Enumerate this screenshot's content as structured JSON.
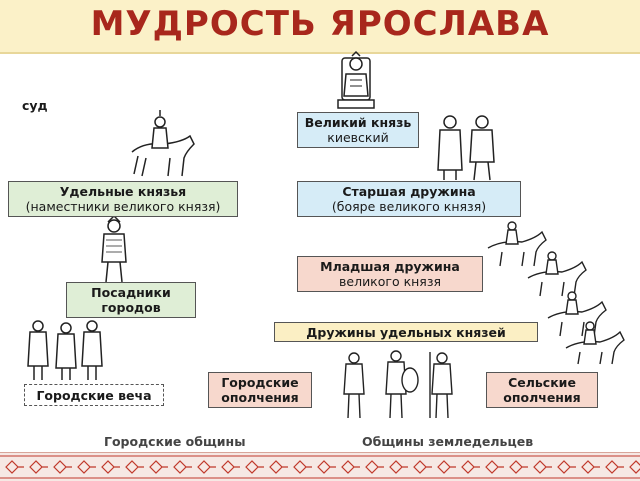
{
  "title": "МУДРОСТЬ ЯРОСЛАВА",
  "side_label": "суд",
  "boxes": {
    "grand_prince": {
      "line1": "Великий князь",
      "line2": "киевский"
    },
    "appanage_princes": {
      "line1": "Удельные князья",
      "line2": "(наместники великого князя)"
    },
    "senior_druzhina": {
      "line1": "Старшая дружина",
      "line2": "(бояре великого князя)"
    },
    "junior_druzhina": {
      "line1": "Младшая дружина",
      "line2": "великого князя"
    },
    "posadniki": {
      "line1": "Посадники",
      "line2": "городов"
    },
    "appanage_druzhinas": {
      "line1": "Дружины удельных князей"
    },
    "town_veche": {
      "line1": "Городские веча"
    },
    "town_militia": {
      "line1": "Городские",
      "line2": "ополчения"
    },
    "rural_militia": {
      "line1": "Сельские",
      "line2": "ополчения"
    }
  },
  "bottom_labels": {
    "town_communities": "Городские общины",
    "farmer_communities": "Общины земледельцев"
  },
  "colors": {
    "title": "#a8271c",
    "header_bg": "#fbf1c8",
    "blue_box": "#d6ecf7",
    "green_box": "#dfeed6",
    "pink_box": "#f7d8cd",
    "yellow_box": "#fbefc4",
    "footer_ornament": "#c0392b"
  },
  "icons": [
    "throne-ruler-icon",
    "mounted-prince-icon",
    "boyar-pair-icon",
    "warrior-icon",
    "townspeople-icon",
    "cavalry-icon",
    "foot-soldiers-icon"
  ]
}
